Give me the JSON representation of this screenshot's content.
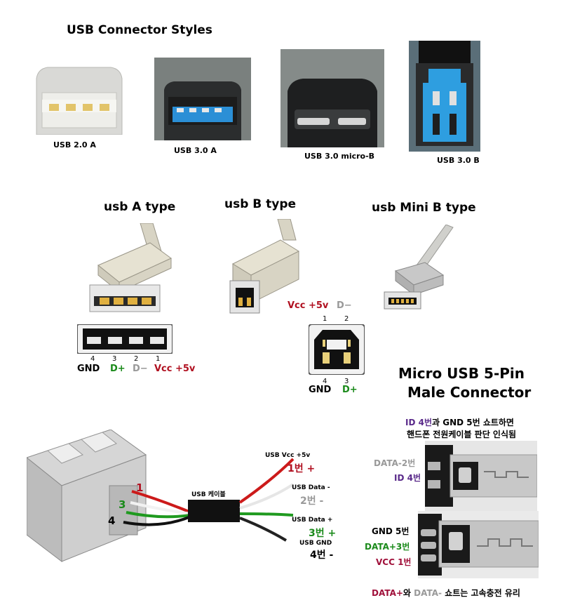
{
  "header": {
    "title": "USB Connector Styles"
  },
  "photos": [
    {
      "caption": "USB 2.0 A"
    },
    {
      "caption": "USB 3.0 A"
    },
    {
      "caption": "USB 3.0 micro-B"
    },
    {
      "caption": "USB 3.0 B"
    }
  ],
  "types": {
    "a_type": "usb A type",
    "b_type": "usb B type",
    "mini_b_type": "usb Mini B type"
  },
  "a_pins": {
    "numbers": [
      "4",
      "3",
      "2",
      "1"
    ],
    "gnd": "GND",
    "dplus": "D+",
    "dminus": "D−",
    "vcc": "Vcc +5v"
  },
  "b_pins": {
    "vcc": "Vcc +5v",
    "dminus": "D−",
    "n1": "1",
    "n2": "2",
    "n4": "4",
    "n3": "3",
    "gnd": "GND",
    "dplus": "D+"
  },
  "micro": {
    "title_line1": "Micro USB 5-Pin",
    "title_line2": "Male Connector",
    "note_id": "ID 4번",
    "note_rest": "과 GND 5번 쇼트하면",
    "note_line2": "핸드폰 전원케이블 판단 인식됨",
    "data_minus": "DATA-2번",
    "id4": "ID 4번",
    "gnd5": "GND 5번",
    "data_plus": "DATA+3번",
    "vcc1": "VCC 1번",
    "footer_dplus": "DATA+",
    "footer_wa": "와",
    "footer_dminus": "DATA-",
    "footer_rest": "쇼트는 고속충전 유리"
  },
  "cable": {
    "label": "USB 케이블",
    "vcc_label": "USB Vcc +5v",
    "vcc_num": "1번 +",
    "dminus_label": "USB Data -",
    "dminus_num": "2번 -",
    "dplus_label": "USB Data +",
    "dplus_num": "3번 +",
    "gnd_label": "USB GND",
    "gnd_num": "4번 -",
    "plug_n1": "1",
    "plug_n3": "3",
    "plug_n4": "4"
  },
  "colors": {
    "red": "#b01020",
    "green": "#1a8a1a",
    "blue": "#2b8fd6",
    "purple": "#5a2a8a"
  }
}
